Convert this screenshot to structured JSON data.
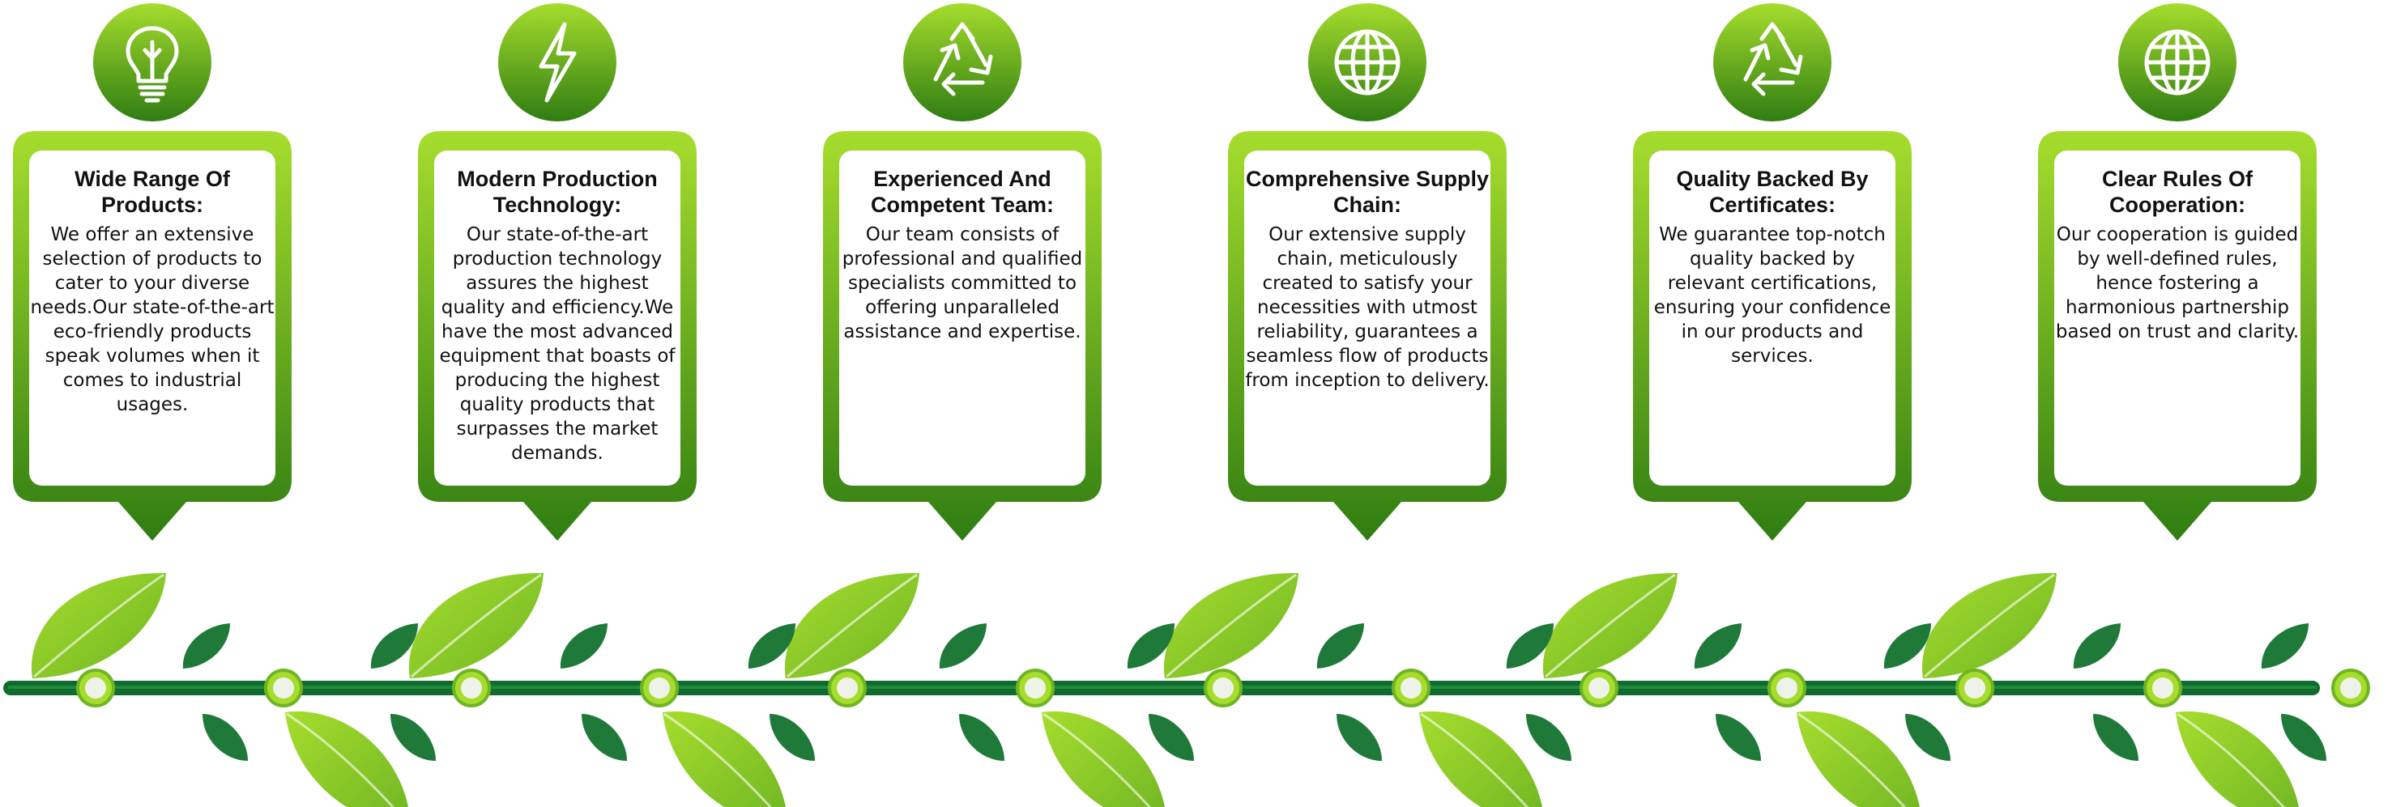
{
  "colors": {
    "green_light": "#a6dd2d",
    "green_mid": "#6fb523",
    "green_dark": "#2f7d12",
    "leaf_dark": "#1f7a3a",
    "vine": "#0f6b2e",
    "text": "#111111"
  },
  "steps": [
    {
      "icon": "lightbulb-icon",
      "title": "Wide Range Of Products:",
      "description": "We offer an extensive selection of products to cater to your diverse needs.Our state-of-the-art eco-friendly products speak volumes when it comes to industrial usages."
    },
    {
      "icon": "lightning-bolt-icon",
      "title": "Modern Production Technology:",
      "description": "Our state-of-the-art production technology assures the highest quality and efficiency.We have the most advanced equipment that boasts of producing the highest quality products that surpasses the market demands."
    },
    {
      "icon": "recycle-icon",
      "title": "Experienced And Competent Team:",
      "description": "Our team consists of professional and qualified specialists committed to offering unparalleled assistance and expertise."
    },
    {
      "icon": "globe-icon",
      "title": "Comprehensive Supply Chain:",
      "description": "Our extensive supply chain, meticulously created to satisfy your necessities with utmost reliability, guarantees a seamless flow of products from inception to delivery."
    },
    {
      "icon": "recycle-icon",
      "title": "Quality Backed By Certificates:",
      "description": "We guarantee top-notch quality backed by relevant certifications, ensuring your confidence in our products and services."
    },
    {
      "icon": "globe-icon",
      "title": "Clear Rules Of Cooperation:",
      "description": "Our cooperation is guided by well-defined rules, hence fostering a harmonious partnership based on trust and clarity."
    }
  ]
}
